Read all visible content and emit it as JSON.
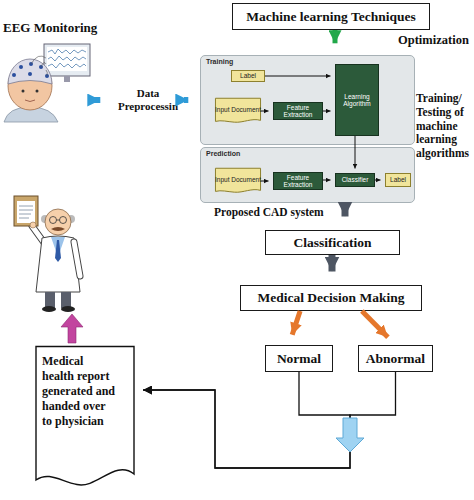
{
  "diagram": {
    "nodes": [
      {
        "text": [
          "Machine learning Techniques"
        ]
      },
      {
        "text": [
          "EEG Monitoring"
        ]
      },
      {
        "text": [
          "Data Preprocessin"
        ]
      },
      {
        "text": [
          "Training"
        ]
      },
      {
        "text": [
          "Label"
        ],
        "in": 3
      },
      {
        "text": [
          "Input Document"
        ],
        "in": 3
      },
      {
        "text": [
          "Feature Extraction"
        ],
        "in": 3
      },
      {
        "text": [
          "Learning Algorithm"
        ],
        "in": 3
      },
      {
        "text": [
          "Prediction"
        ]
      },
      {
        "text": [
          "Input Document"
        ],
        "in": 8
      },
      {
        "text": [
          "Feature Extraction"
        ],
        "in": 8
      },
      {
        "text": [
          "Classifier"
        ],
        "in": 8
      },
      {
        "text": [
          "Label"
        ],
        "in": 8
      },
      {
        "text": [
          "Classification"
        ]
      },
      {
        "text": [
          "Medical Decision Making"
        ]
      },
      {
        "text": [
          "Normal"
        ]
      },
      {
        "text": [
          "Abnormal"
        ]
      },
      {
        "text": [
          "Medical health report generated and handed over to physician"
        ]
      }
    ],
    "edges": [
      {
        "from": 0,
        "to": 3,
        "arrow": "to"
      },
      {
        "from": 1,
        "to": 2,
        "arrow": "to"
      },
      {
        "from": 2,
        "to": 3,
        "arrow": "to"
      },
      {
        "from": 4,
        "to": 7,
        "arrow": "to"
      },
      {
        "from": 5,
        "to": 6,
        "arrow": "to"
      },
      {
        "from": 6,
        "to": 7,
        "arrow": "to"
      },
      {
        "from": 7,
        "to": 11,
        "arrow": "to"
      },
      {
        "from": 9,
        "to": 10,
        "arrow": "to"
      },
      {
        "from": 10,
        "to": 11,
        "arrow": "to"
      },
      {
        "from": 11,
        "to": 12,
        "arrow": "to"
      },
      {
        "from": 8,
        "to": 13,
        "arrow": "to"
      },
      {
        "from": 13,
        "to": 14,
        "arrow": "to"
      },
      {
        "from": 14,
        "to": 15,
        "arrow": "to"
      },
      {
        "from": 14,
        "to": 16,
        "arrow": "to"
      },
      {
        "from": 15,
        "to": 17,
        "arrow": "to"
      },
      {
        "from": 16,
        "to": 17,
        "arrow": "to"
      }
    ],
    "labels": [
      "Optimization",
      "Training/ Testing of machine learning algorithms",
      "Proposed CAD system"
    ]
  }
}
